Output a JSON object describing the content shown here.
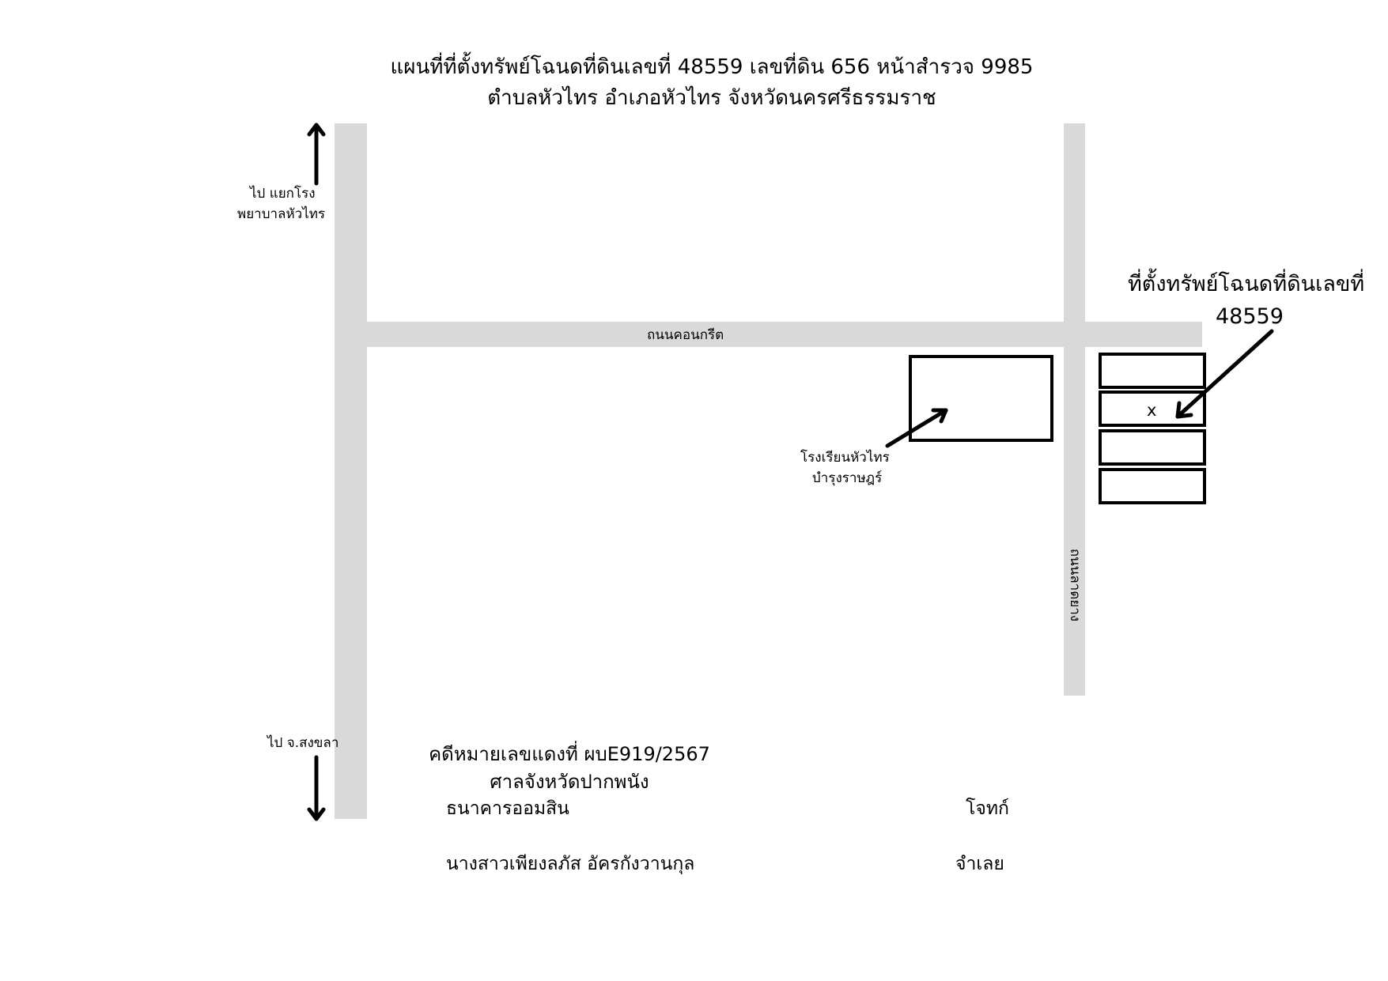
{
  "title": {
    "line1": "แผนที่ที่ตั้งทรัพย์โฉนดที่ดินเลขที่ 48559 เลขที่ดิน 656 หน้าสำรวจ 9985",
    "line2": "ตำบลหัวไทร อำเภอหัวไทร จังหวัดนครศรีธรรมราช"
  },
  "directions": {
    "north_line1": "ไป แยกโรง",
    "north_line2": "พยาบาลหัวไทร",
    "south": "ไป จ.สงขลา"
  },
  "roads": {
    "horizontal": "ถนนคอนกรีต",
    "vertical": "ถนนลาดยาง"
  },
  "landmark": {
    "line1": "โรงเรียนหัวไทร",
    "line2": "บำรุงราษฎร์"
  },
  "property": {
    "line1": "ที่ตั้งทรัพย์โฉนดที่ดินเลขที่",
    "line2": "48559",
    "marker": "x"
  },
  "case": {
    "line1": "คดีหมายเลขแดงที่ ผบE919/2567",
    "line2": "ศาลจังหวัดปากพนัง"
  },
  "parties": {
    "plaintiff_name": "ธนาคารออมสิน",
    "plaintiff_role": "โจทก์",
    "defendant_name": "นางสาวเพียงลภัส อัครกังวานกุล",
    "defendant_role": "จำเลย"
  },
  "colors": {
    "road": "#d9d9d9",
    "ink": "#000000"
  }
}
